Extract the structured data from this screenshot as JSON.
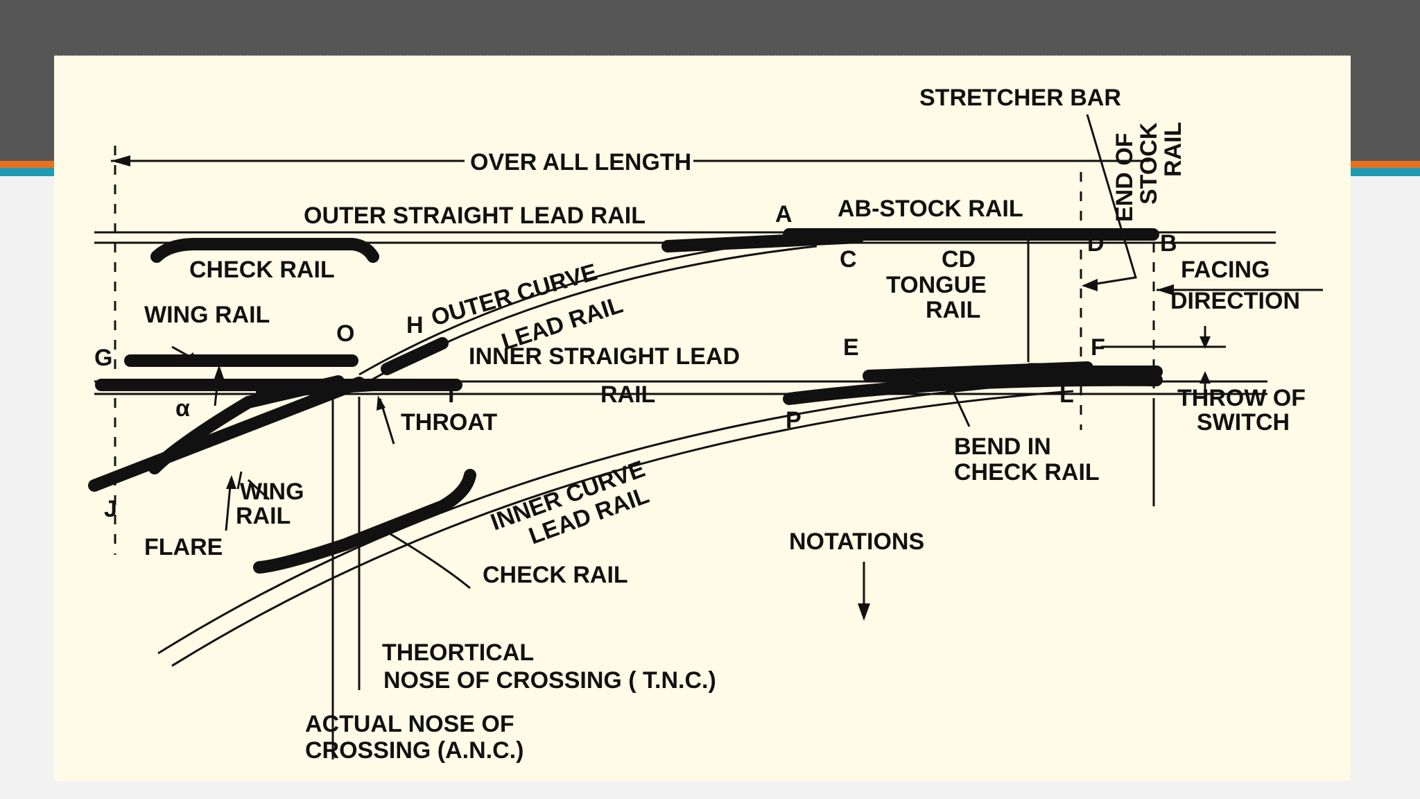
{
  "colors": {
    "header": "#565656",
    "accent_orange": "#e8701f",
    "accent_teal": "#1f9bb1",
    "paper": "#fffbe6",
    "ink": "#111111"
  },
  "labels": {
    "stretcher_bar": "STRETCHER  BAR",
    "end_of_stock_rail": [
      "END OF",
      "STOCK",
      "RAIL"
    ],
    "over_all_length": "OVER  ALL  LENGTH",
    "outer_straight_lead_rail": "OUTER STRAIGHT LEAD RAIL",
    "point_a": "A",
    "ab_stock_rail": "AB-STOCK RAIL",
    "check_rail_top": "CHECK  RAIL",
    "point_c": "C",
    "cd": "CD",
    "tongue": "TONGUE",
    "rail_cd": "RAIL",
    "point_d": "D",
    "point_b": "B",
    "facing": "FACING",
    "direction": "DIRECTION",
    "outer_curve": "OUTER CURVE",
    "lead_rail_outer": "LEAD RAIL",
    "wing_rail_left": "WING RAIL",
    "point_o": "O",
    "point_h": "H",
    "point_g": "G",
    "inner_straight_lead": "INNER STRAIGHT LEAD",
    "rail_inner": "RAIL",
    "point_e": "E",
    "point_f": "F",
    "alpha": "α",
    "point_i": "I",
    "throat": "THROAT",
    "point_l": "L",
    "throw_of": "THROW OF",
    "switch": "SWITCH",
    "point_p": "P",
    "bend_in": "BEND  IN",
    "check_rail_bend": "CHECK RAIL",
    "point_j": "J",
    "wing": "WING",
    "rail_wing": "RAIL",
    "flare": "FLARE",
    "inner_curve": "INNER CURVE",
    "lead_rail_inner": "LEAD RAIL",
    "notations": "NOTATIONS",
    "check_rail_bottom": "CHECK RAIL",
    "theortical": "THEORTICAL",
    "tnc": "NOSE  OF  CROSSING ( T.N.C.)",
    "actual_nose": "ACTUAL  NOSE  OF",
    "anc": "CROSSING  (A.N.C.)"
  }
}
